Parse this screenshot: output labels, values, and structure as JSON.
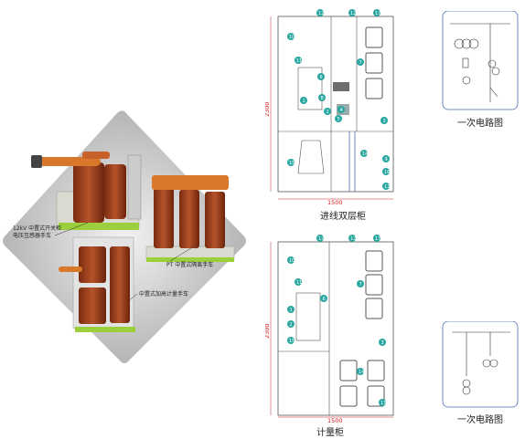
{
  "photo_labels": {
    "vcb": "12kV 中置式开关柜\n电压互感器手车",
    "pt": "PT 中置式隔离手车",
    "metering": "中置式加高计量手车"
  },
  "diagram_top": {
    "caption": "进线双层柜",
    "height_dim": "2300",
    "width_dim": "1500",
    "markers": [
      "12",
      "12",
      "17",
      "10",
      "11",
      "6",
      "7",
      "8",
      "1",
      "2",
      "4",
      "5",
      "3",
      "14",
      "15",
      "9",
      "13",
      "16"
    ]
  },
  "diagram_bottom": {
    "caption": "计量柜",
    "height_dim": "2300",
    "width_dim": "1500",
    "markers": [
      "12",
      "12",
      "17",
      "10",
      "11",
      "6",
      "7",
      "1",
      "2",
      "3",
      "14",
      "15",
      "13"
    ]
  },
  "circuit_top": {
    "caption": "一次电路图"
  },
  "circuit_bottom": {
    "caption": "一次电路图"
  },
  "colors": {
    "accent": "#2aa7a0",
    "wire": "#4a6bb0",
    "frame": "#555555",
    "dim": "#d02020"
  }
}
